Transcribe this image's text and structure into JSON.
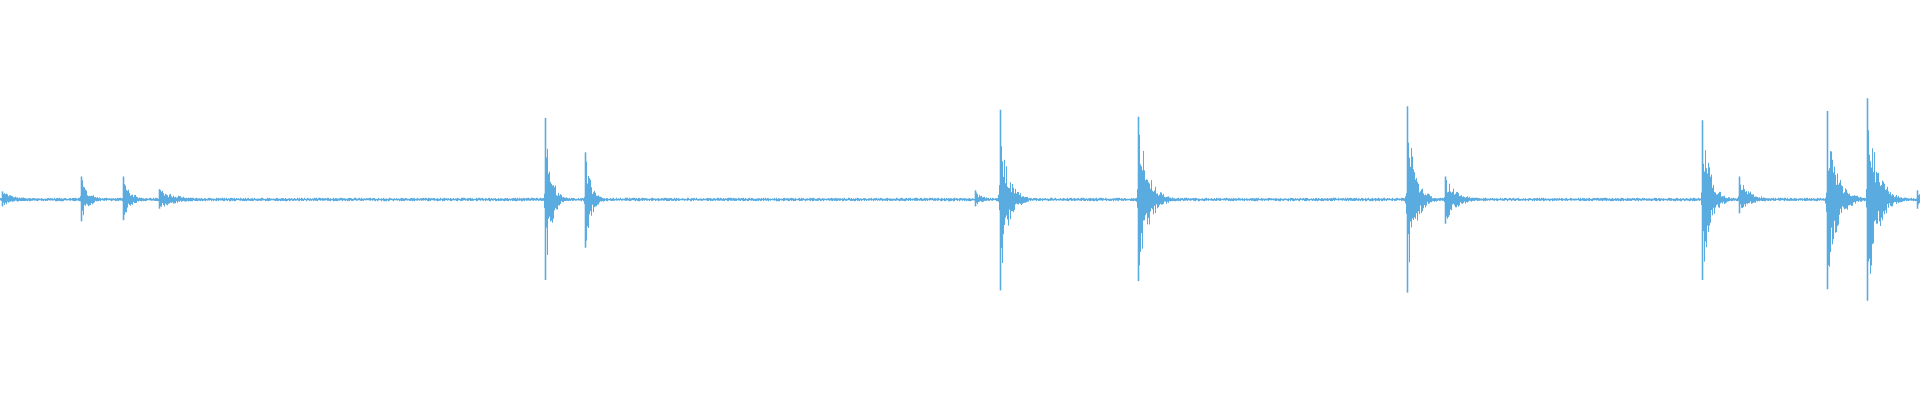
{
  "colors": {
    "background": "#ffffff",
    "waveform": "#5aabdf"
  },
  "chart_data": {
    "type": "area",
    "title": "",
    "xlabel": "",
    "ylabel": "",
    "grid": false,
    "legend": "none",
    "xlim": [
      0,
      1
    ],
    "ylim": [
      -1,
      1
    ],
    "noise_floor": 0.012,
    "series": [
      {
        "transients": [
          {
            "t": 0.001,
            "peak": 0.07,
            "below": 0.06,
            "decay": 0.008
          },
          {
            "t": 0.042,
            "peak": 0.2,
            "below": 0.19,
            "decay": 0.004
          },
          {
            "t": 0.064,
            "peak": 0.2,
            "below": 0.18,
            "decay": 0.004
          },
          {
            "t": 0.083,
            "peak": 0.09,
            "below": 0.08,
            "decay": 0.01
          },
          {
            "t": 0.284,
            "peak": 0.71,
            "below": 0.7,
            "decay": 0.003
          },
          {
            "t": 0.305,
            "peak": 0.41,
            "below": 0.42,
            "decay": 0.003
          },
          {
            "t": 0.508,
            "peak": 0.08,
            "below": 0.06,
            "decay": 0.004
          },
          {
            "t": 0.521,
            "peak": 0.78,
            "below": 0.79,
            "decay": 0.004
          },
          {
            "t": 0.593,
            "peak": 0.72,
            "below": 0.71,
            "decay": 0.005
          },
          {
            "t": 0.733,
            "peak": 0.81,
            "below": 0.81,
            "decay": 0.004
          },
          {
            "t": 0.753,
            "peak": 0.2,
            "below": 0.21,
            "decay": 0.006
          },
          {
            "t": 0.887,
            "peak": 0.69,
            "below": 0.7,
            "decay": 0.004
          },
          {
            "t": 0.906,
            "peak": 0.2,
            "below": 0.12,
            "decay": 0.006
          },
          {
            "t": 0.952,
            "peak": 0.77,
            "below": 0.78,
            "decay": 0.005
          },
          {
            "t": 0.973,
            "peak": 0.88,
            "below": 0.88,
            "decay": 0.005
          },
          {
            "t": 0.999,
            "peak": 0.08,
            "below": 0.08,
            "decay": 0.004
          }
        ]
      }
    ]
  }
}
